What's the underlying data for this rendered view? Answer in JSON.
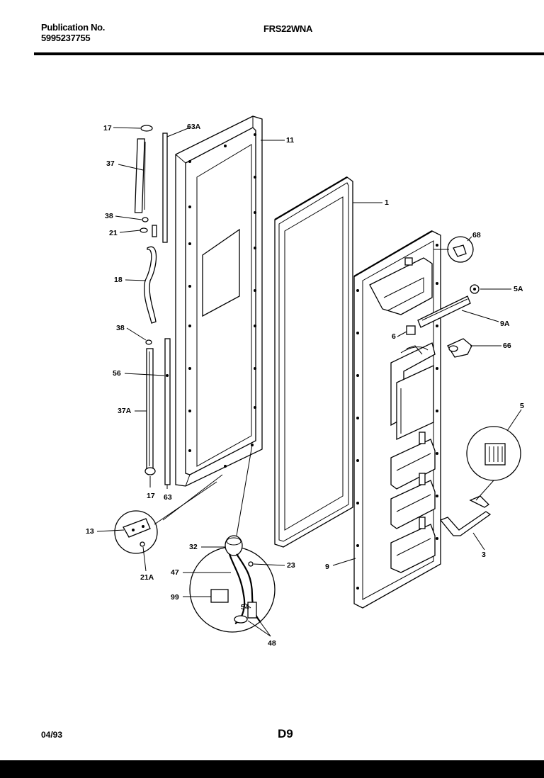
{
  "header": {
    "publication_label": "Publication No.",
    "publication_number": "5995237755",
    "model": "FRS22WNA"
  },
  "footer": {
    "date": "04/93",
    "page_code": "D9"
  },
  "callouts": {
    "c17a": "17",
    "c63a": "63A",
    "c11": "11",
    "c37": "37",
    "c1": "1",
    "c38a": "38",
    "c21": "21",
    "c68": "68",
    "c18": "18",
    "c5a": "5A",
    "c9a": "9A",
    "c6": "6",
    "c38b": "38",
    "c56": "56",
    "c66": "66",
    "c37a": "37A",
    "c5": "5",
    "c17b": "17",
    "c63": "63",
    "c13": "13",
    "c3": "3",
    "c32": "32",
    "c21a": "21A",
    "c23": "23",
    "c47": "47",
    "c9": "9",
    "c99": "99",
    "c54": "54",
    "c48": "48"
  }
}
